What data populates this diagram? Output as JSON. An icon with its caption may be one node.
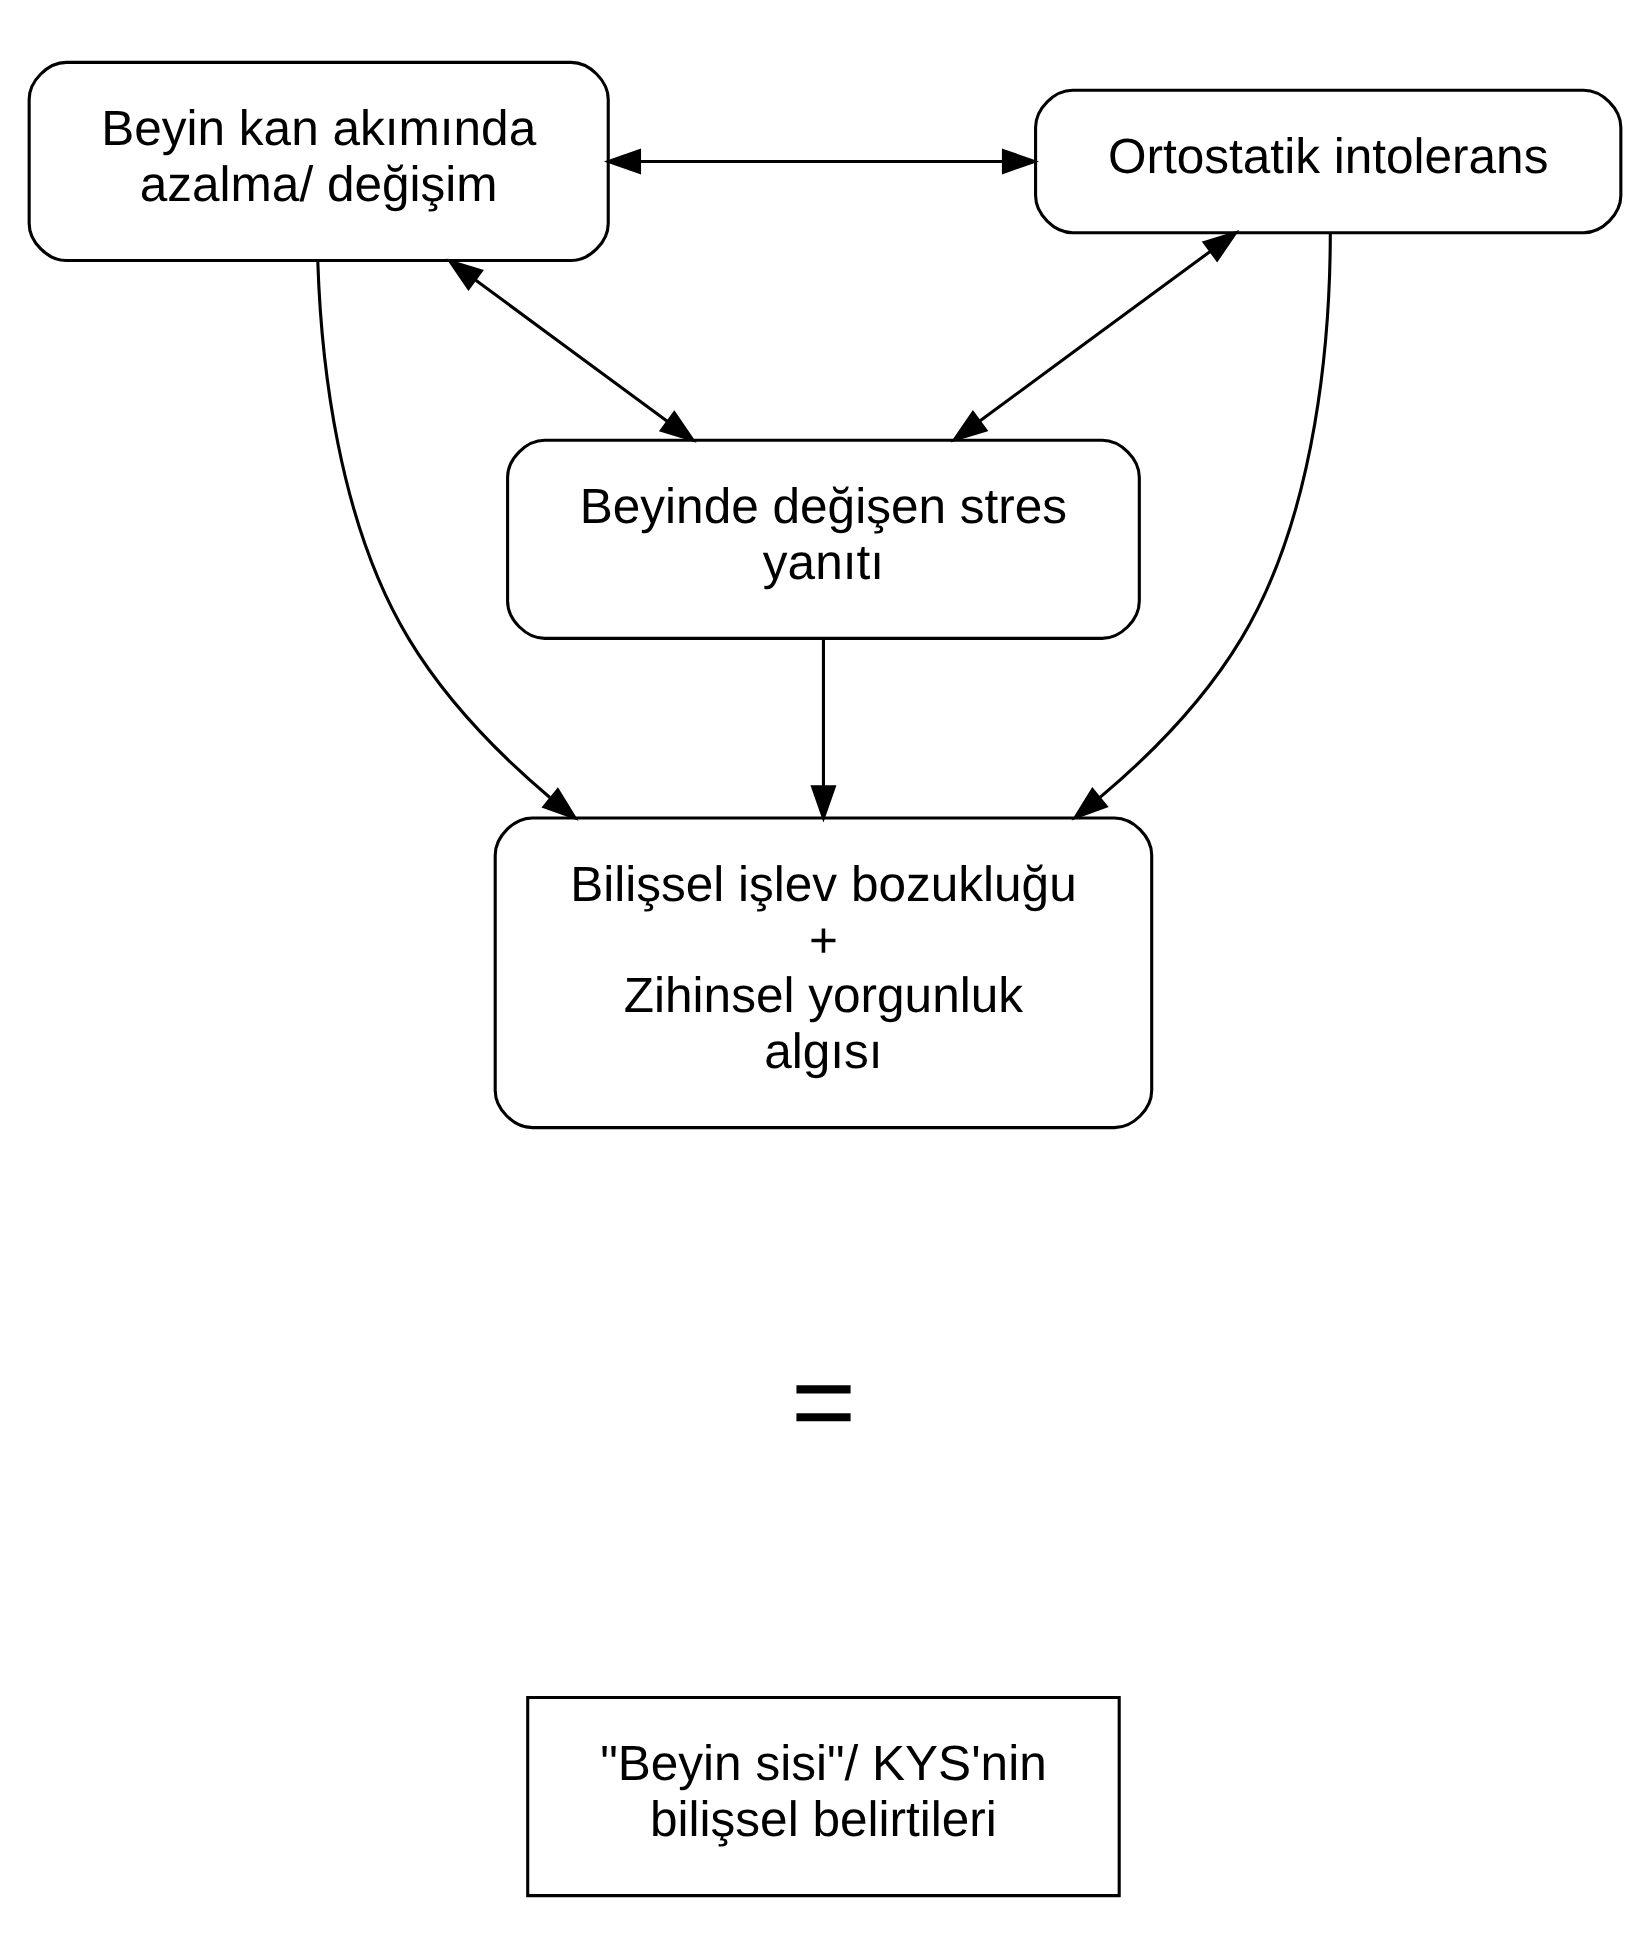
{
  "diagram": {
    "nodes": [
      {
        "text": [
          "Beyin kan akımında azalma/ değişim"
        ]
      },
      {
        "text": [
          "Ortostatik intolerans"
        ]
      },
      {
        "text": [
          "Beyinde değişen stres yanıtı"
        ]
      },
      {
        "text": [
          "Bilişsel işlev bozukluğu",
          "+",
          "Zihinsel yorgunluk algısı"
        ]
      },
      {
        "text": [
          "\"Beyin sisi\"/ KYS'nin bilişsel belirtileri"
        ]
      }
    ],
    "edges": [
      {
        "from": 0,
        "to": 1,
        "arrow": "both"
      },
      {
        "from": 0,
        "to": 2,
        "arrow": "both"
      },
      {
        "from": 1,
        "to": 2,
        "arrow": "both"
      },
      {
        "from": 0,
        "to": 3,
        "arrow": "to"
      },
      {
        "from": 2,
        "to": 3,
        "arrow": "to"
      },
      {
        "from": 1,
        "to": 3,
        "arrow": "to"
      }
    ],
    "labels": [
      "="
    ]
  }
}
